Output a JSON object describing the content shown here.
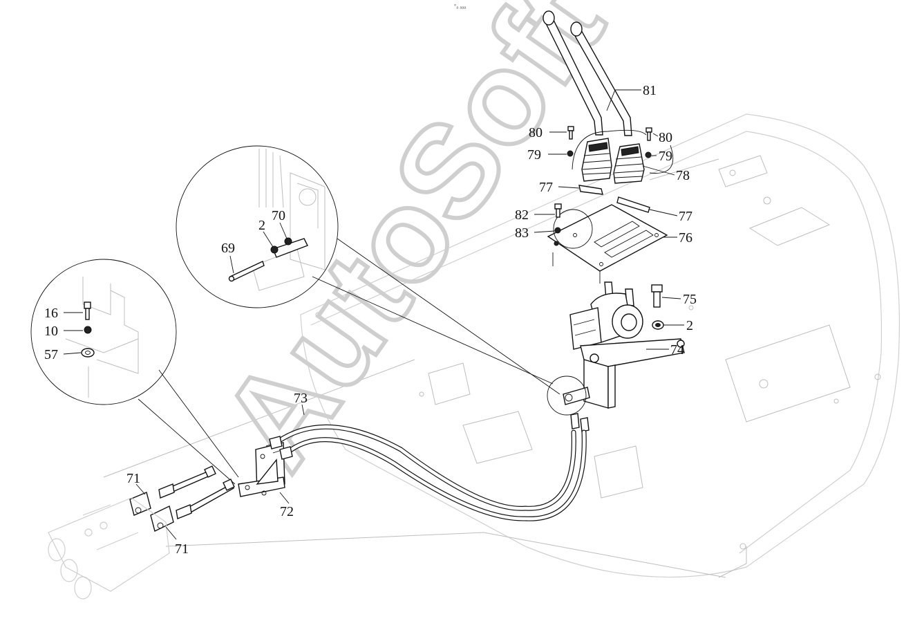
{
  "watermark": "AutoSoft",
  "top_mark": "°ₐ ₐₐₐ",
  "callouts": [
    {
      "id": "81",
      "text": "81"
    },
    {
      "id": "80a",
      "text": "80"
    },
    {
      "id": "80b",
      "text": "80"
    },
    {
      "id": "79a",
      "text": "79"
    },
    {
      "id": "79b",
      "text": "79"
    },
    {
      "id": "78",
      "text": "78"
    },
    {
      "id": "77a",
      "text": "77"
    },
    {
      "id": "77b",
      "text": "77"
    },
    {
      "id": "82",
      "text": "82"
    },
    {
      "id": "83",
      "text": "83"
    },
    {
      "id": "76",
      "text": "76"
    },
    {
      "id": "75",
      "text": "75"
    },
    {
      "id": "2a",
      "text": "2"
    },
    {
      "id": "74",
      "text": "74"
    },
    {
      "id": "73",
      "text": "73"
    },
    {
      "id": "72",
      "text": "72"
    },
    {
      "id": "71a",
      "text": "71"
    },
    {
      "id": "71b",
      "text": "71"
    },
    {
      "id": "70",
      "text": "70"
    },
    {
      "id": "2b",
      "text": "2"
    },
    {
      "id": "69",
      "text": "69"
    },
    {
      "id": "16",
      "text": "16"
    },
    {
      "id": "10",
      "text": "10"
    },
    {
      "id": "57",
      "text": "57"
    }
  ]
}
